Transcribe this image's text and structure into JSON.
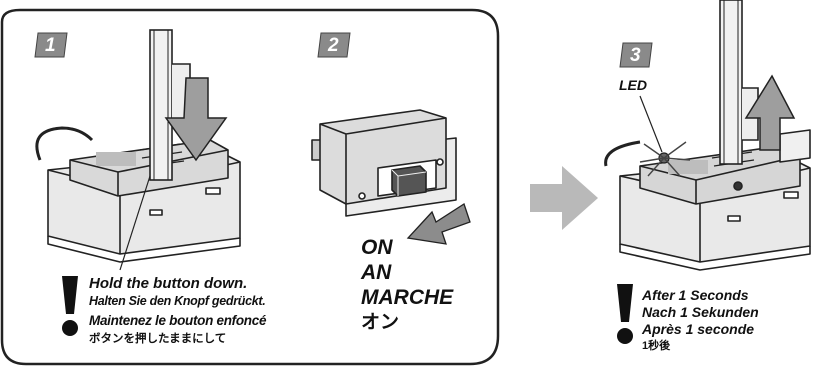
{
  "steps": [
    {
      "number": "1"
    },
    {
      "number": "2"
    },
    {
      "number": "3"
    }
  ],
  "step1": {
    "instructions": [
      "Hold the button down.",
      "Halten Sie den Knopf gedrückt.",
      "Maintenez le bouton enfoncé",
      "ボタンを押したままにして"
    ]
  },
  "step2": {
    "switch_labels": [
      "ON",
      "AN",
      "MARCHE",
      "オン"
    ]
  },
  "step3": {
    "led_label": "LED",
    "instructions": [
      "After 1 Seconds",
      "Nach 1 Sekunden",
      "Après 1 seconde",
      "1秒後"
    ]
  },
  "colors": {
    "badge_fill": "#8a8a8a",
    "arrow_fill": "#b9b9b9",
    "panel_border": "#222222",
    "device_fill": "#e6e6e6"
  },
  "icons": {
    "warning": "exclamation-icon",
    "push_down": "down-arrow-icon",
    "pull_up": "up-arrow-icon",
    "slide": "left-arrow-icon",
    "next": "right-arrow-icon"
  }
}
